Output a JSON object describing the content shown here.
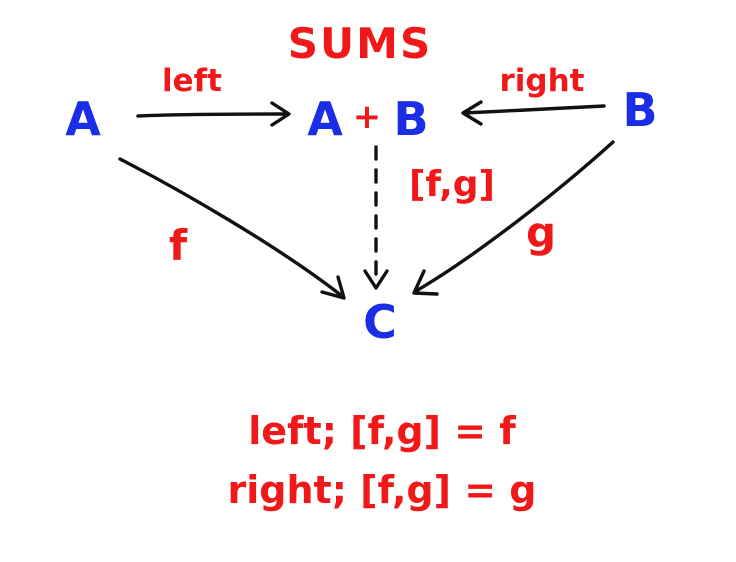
{
  "diagram": {
    "title": "SUMS",
    "nodes": {
      "a": "A",
      "sum": "A + B",
      "sum_left": "A",
      "sum_plus": "+",
      "sum_right": "B",
      "b": "B",
      "c": "C"
    },
    "edges": {
      "left": "left",
      "right": "right",
      "copair": "[f,g]",
      "f": "f",
      "g": "g"
    },
    "equations": [
      "left; [f,g] = f",
      "right; [f,g] = g"
    ],
    "colors": {
      "label_red": "#f01818",
      "node_blue": "#1a2ee6",
      "arrow_black": "#111111"
    }
  }
}
